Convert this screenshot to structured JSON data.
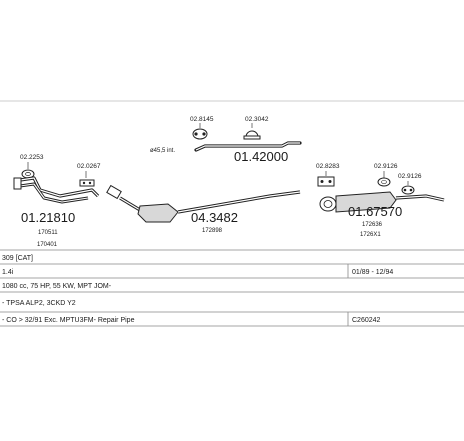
{
  "parts": {
    "top_a": "02.8145",
    "top_b": "02.3042",
    "diameter": "ø45,5 int.",
    "p1_code": "01.42000",
    "left_a": "02.2253",
    "left_b": "02.0267",
    "p2_code": "01.21810",
    "p2_ref1": "170511",
    "p2_ref2": "170401",
    "p3_code": "04.3482",
    "p3_ref": "172898",
    "right_a": "02.8283",
    "right_b": "02.9126",
    "right_c": "02.9126",
    "p4_code": "01.67570",
    "p4_ref1": "172636",
    "p4_ref2": "1726X1"
  },
  "info": {
    "row1": "309 [CAT]",
    "row2_left": "1.4i",
    "row2_right": "01/89 - 12/94",
    "row3": "1080 cc, 75 HP, 55 KW, MPT JOM-",
    "row4": "- TPSA ALP2, 3CKD Y2",
    "row5_left": "- CO > 32/91 Exc. MPTU3FM- Repair Pipe",
    "row5_right": "C260242"
  }
}
